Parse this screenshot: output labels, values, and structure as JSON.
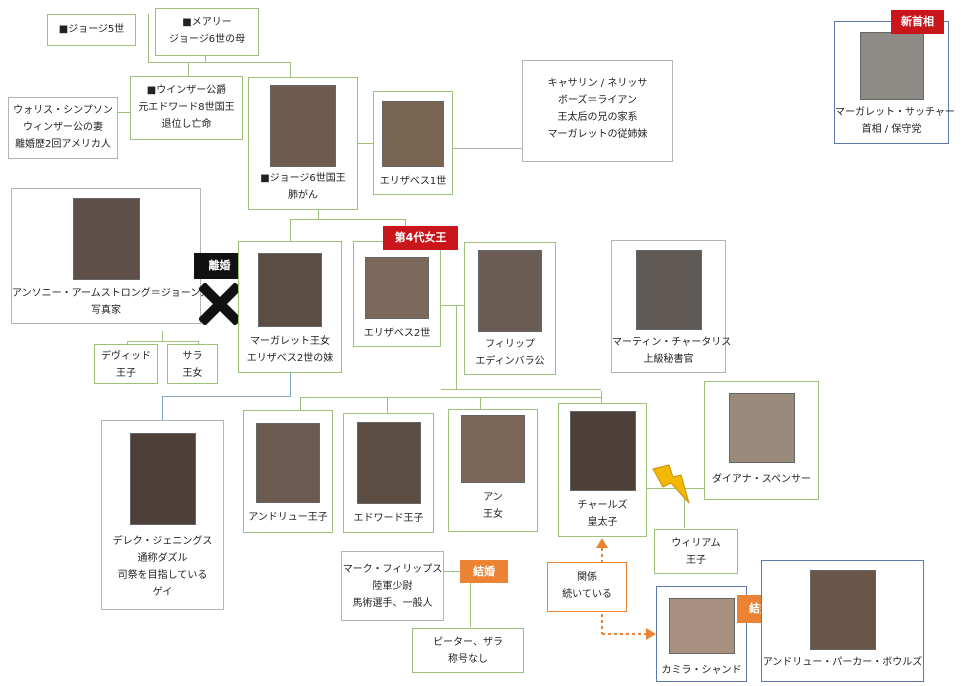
{
  "people": {
    "george5": {
      "l1": "■ジョージ5世"
    },
    "mary": {
      "l1": "■メアリー",
      "l2": "ジョージ6世の母"
    },
    "windsor": {
      "l1": "■ウインザー公爵",
      "l2": "元エドワード8世国王",
      "l3": "退位し亡命"
    },
    "wallis": {
      "l1": "ウォリス・シンプソン",
      "l2": "ウィンザー公の妻",
      "l3": "離婚歴2回アメリカ人"
    },
    "george6": {
      "l1": "■ジョージ6世国王",
      "l2": "肺がん"
    },
    "elizabeth1": {
      "l1": "エリザベス1世"
    },
    "cousins": {
      "l1": "キャサリン / ネリッサ",
      "l2": "ボーズ＝ライアン",
      "l3": "王太后の兄の家系",
      "l4": "マーガレットの従姉妹"
    },
    "thatcher": {
      "l1": "マーガレット・サッチャー",
      "l2": "首相 / 保守党"
    },
    "armstrong": {
      "l1": "アンソニー・アームストロング＝ジョーンズ",
      "l2": "写真家"
    },
    "margaret": {
      "l1": "マーガレット王女",
      "l2": "エリザベス2世の妹"
    },
    "elizabeth2": {
      "l1": "エリザベス2世"
    },
    "philip": {
      "l1": "フィリップ",
      "l2": "エディンバラ公"
    },
    "charteris": {
      "l1": "マーティン・チャータリス",
      "l2": "上級秘書官"
    },
    "david": {
      "l1": "デヴィッド",
      "l2": "王子"
    },
    "sarah": {
      "l1": "サラ",
      "l2": "王女"
    },
    "dazzle": {
      "l1": "デレク・ジェニングス",
      "l2": "通称ダズル",
      "l3": "司祭を目指している",
      "l4": "ゲイ"
    },
    "andrew": {
      "l1": "アンドリュー王子"
    },
    "edward": {
      "l1": "エドワード王子"
    },
    "anne": {
      "l1": "アン",
      "l2": "王女"
    },
    "charles": {
      "l1": "チャールズ",
      "l2": "皇太子"
    },
    "diana": {
      "l1": "ダイアナ・スペンサー"
    },
    "william": {
      "l1": "ウィリアム",
      "l2": "王子"
    },
    "mark": {
      "l1": "マーク・フィリップス",
      "l2": "陸軍少尉",
      "l3": "馬術選手、一般人"
    },
    "peterzara": {
      "l1": "ピーター、ザラ",
      "l2": "称号なし"
    },
    "camilla": {
      "l1": "カミラ・シャンド"
    },
    "parkerbowles": {
      "l1": "アンドリュー・パーカー・ボウルズ"
    }
  },
  "tags": {
    "new_pm": "新首相",
    "fourth_queen": "第4代女王",
    "divorce": "離婚",
    "married_anne": "結婚",
    "married_camilla": "結婚"
  },
  "callout": {
    "l1": "関係",
    "l2": "続いている"
  },
  "colors": {
    "green_border": "#9bc17b",
    "gray_border": "#b4b4b4",
    "blue_border": "#5c78b0",
    "red_tag": "#c9161a",
    "orange_tag": "#ec8234",
    "lightning": "#f5b800"
  }
}
